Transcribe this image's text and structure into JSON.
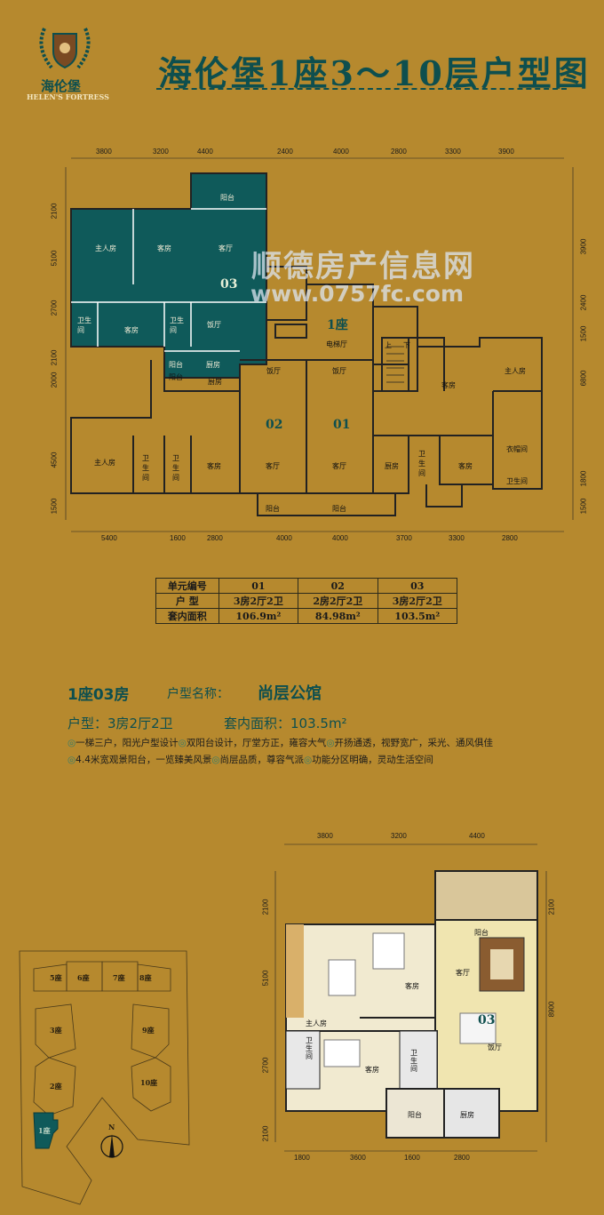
{
  "logo": {
    "name": "海伦堡",
    "english": "HELEN'S FORTRESS"
  },
  "title": "海伦堡1座3～10层户型图",
  "watermark": {
    "line1": "顺德房产信息网",
    "line2": "www.0757fc.com"
  },
  "colors": {
    "background": "#b6892e",
    "accent_teal": "#0f5a5a",
    "text_dark": "#0e4f4e"
  },
  "plan1": {
    "dims_top": [
      "3800",
      "3200",
      "4400",
      "2400",
      "4000",
      "2800",
      "3300",
      "3900"
    ],
    "dims_bottom": [
      "5400",
      "1600",
      "2800",
      "4000",
      "4000",
      "3700",
      "3300",
      "2800"
    ],
    "dims_left": [
      "2100",
      "5100",
      "2700",
      "2100",
      "2000",
      "4500",
      "1500"
    ],
    "dims_right": [
      "3900",
      "2400",
      "1500",
      "6800",
      "1800",
      "1500"
    ],
    "rooms": [
      "阳台",
      "主人房",
      "客房",
      "客厅",
      "卫生间",
      "客房",
      "卫生间",
      "饭厅",
      "阳台",
      "厨房",
      "阳台",
      "厨房",
      "饭厅",
      "饭厅",
      "电梯厅",
      "上",
      "下",
      "客房",
      "主人房",
      "主人房",
      "卫生间",
      "卫生间",
      "客房",
      "客厅",
      "客厅",
      "厨房",
      "卫生间",
      "客房",
      "衣帽间",
      "卫生间",
      "阳台",
      "阳台",
      "1座"
    ],
    "unit_numbers": [
      "03",
      "02",
      "01"
    ]
  },
  "unit_table": {
    "headers": [
      "单元编号",
      "01",
      "02",
      "03"
    ],
    "rows": [
      [
        "户  型",
        "3房2厅2卫",
        "2房2厅2卫",
        "3房2厅2卫"
      ],
      [
        "套内面积",
        "106.9m²",
        "84.98m²",
        "103.5m²"
      ]
    ]
  },
  "detail": {
    "unit": "1座03房",
    "name_label": "户型名称：",
    "name": "尚层公馆",
    "layout": "户型：3房2厅2卫",
    "area": "套内面积：103.5m²",
    "features": [
      "一梯三户，阳光户型设计",
      "双阳台设计，厅堂方正，雍容大气",
      "开扬通透，视野宽广，采光、通风俱佳",
      "4.4米宽观景阳台，一览臻美风景",
      "尚层品质，尊容气派",
      "功能分区明确，灵动生活空间"
    ]
  },
  "site_plan": {
    "buildings": [
      "5座",
      "6座",
      "7座",
      "8座",
      "3座",
      "9座",
      "2座",
      "10座",
      "1座"
    ],
    "north": "N"
  },
  "plan2": {
    "dims_top": [
      "3800",
      "3200",
      "4400"
    ],
    "dims_bottom": [
      "1800",
      "3600",
      "1600",
      "2800"
    ],
    "dims_left": [
      "2100",
      "5100",
      "2700",
      "2100"
    ],
    "dims_right": [
      "2100",
      "8900"
    ],
    "rooms": [
      "阳台",
      "客厅",
      "主人房",
      "客房",
      "饭厅",
      "卫生间",
      "客房",
      "卫生间",
      "阳台",
      "厨房"
    ],
    "unit_number": "03"
  }
}
